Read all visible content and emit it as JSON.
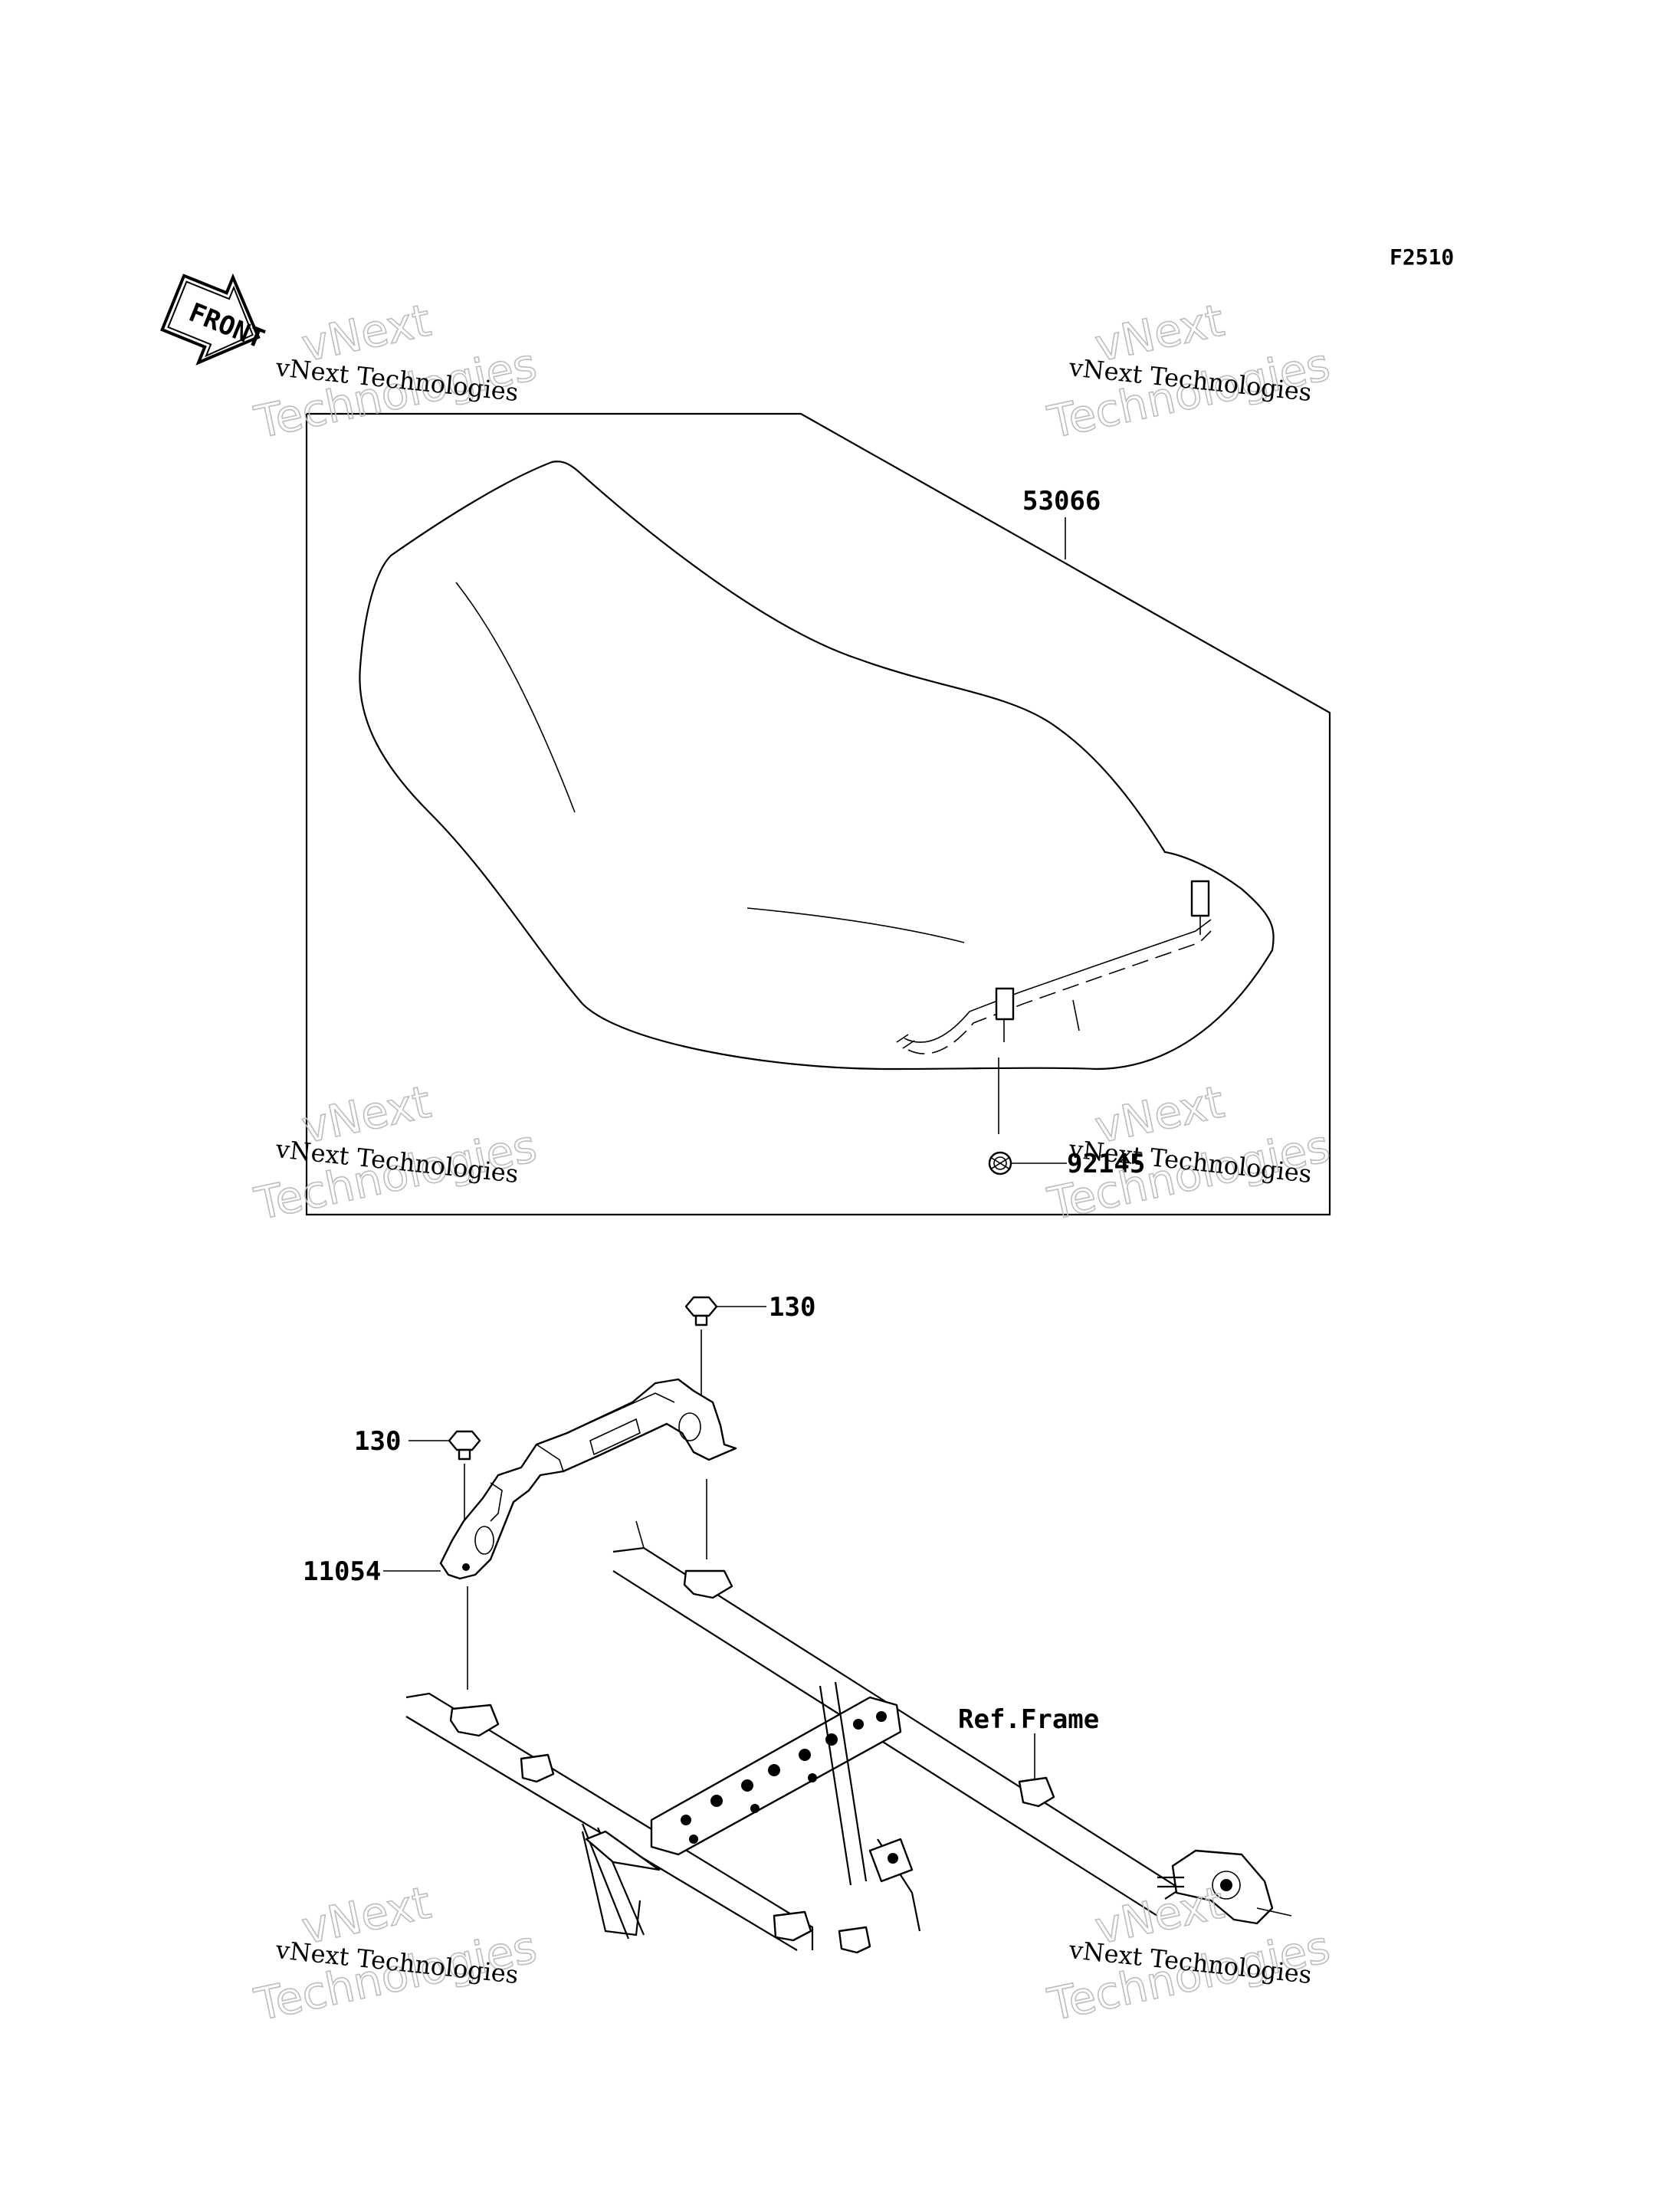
{
  "figure_code": "F2510",
  "front_label": "FRONT",
  "watermark": {
    "line_small": "vNext Technologies",
    "line_big_1": "vNext",
    "line_big_2": "Technologies"
  },
  "callouts": {
    "seat": "53066",
    "spring": "92145",
    "bolt_right": "130",
    "bolt_left": "130",
    "bracket": "11054",
    "frame_ref": "Ref.Frame"
  }
}
